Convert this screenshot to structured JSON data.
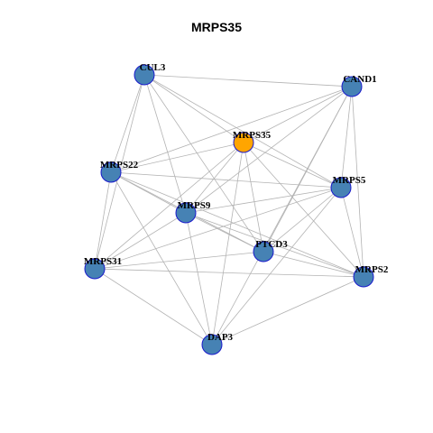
{
  "title": "MRPS35",
  "colors": {
    "focus_node": "#FFA500",
    "node": "#4682B4",
    "node_border": "#1A1ACC",
    "edge": "#B3B3B3"
  },
  "nodes": [
    {
      "id": "CUL3",
      "label": "CUL3",
      "focus": false
    },
    {
      "id": "CAND1",
      "label": "CAND1",
      "focus": false
    },
    {
      "id": "MRPS35",
      "label": "MRPS35",
      "focus": true
    },
    {
      "id": "MRPS22",
      "label": "MRPS22",
      "focus": false
    },
    {
      "id": "MRPS5",
      "label": "MRPS5",
      "focus": false
    },
    {
      "id": "MRPS9",
      "label": "MRPS9",
      "focus": false
    },
    {
      "id": "PTCD3",
      "label": "PTCD3",
      "focus": false
    },
    {
      "id": "MRPS31",
      "label": "MRPS31",
      "focus": false
    },
    {
      "id": "MRPS2",
      "label": "MRPS2",
      "focus": false
    },
    {
      "id": "DAP3",
      "label": "DAP3",
      "focus": false
    }
  ],
  "edges": [
    [
      "CUL3",
      "CAND1"
    ],
    [
      "CUL3",
      "MRPS35"
    ],
    [
      "CUL3",
      "MRPS22"
    ],
    [
      "CUL3",
      "MRPS9"
    ],
    [
      "CUL3",
      "PTCD3"
    ],
    [
      "CUL3",
      "MRPS31"
    ],
    [
      "CUL3",
      "MRPS5"
    ],
    [
      "CAND1",
      "MRPS35"
    ],
    [
      "CAND1",
      "MRPS22"
    ],
    [
      "CAND1",
      "MRPS5"
    ],
    [
      "CAND1",
      "MRPS9"
    ],
    [
      "CAND1",
      "PTCD3"
    ],
    [
      "CAND1",
      "MRPS2"
    ],
    [
      "CAND1",
      "DAP3"
    ],
    [
      "MRPS35",
      "MRPS22"
    ],
    [
      "MRPS35",
      "MRPS5"
    ],
    [
      "MRPS35",
      "MRPS9"
    ],
    [
      "MRPS35",
      "PTCD3"
    ],
    [
      "MRPS35",
      "MRPS31"
    ],
    [
      "MRPS35",
      "MRPS2"
    ],
    [
      "MRPS35",
      "DAP3"
    ],
    [
      "MRPS22",
      "MRPS5"
    ],
    [
      "MRPS22",
      "MRPS9"
    ],
    [
      "MRPS22",
      "PTCD3"
    ],
    [
      "MRPS22",
      "MRPS31"
    ],
    [
      "MRPS22",
      "MRPS2"
    ],
    [
      "MRPS22",
      "DAP3"
    ],
    [
      "MRPS5",
      "MRPS9"
    ],
    [
      "MRPS5",
      "PTCD3"
    ],
    [
      "MRPS5",
      "MRPS31"
    ],
    [
      "MRPS5",
      "MRPS2"
    ],
    [
      "MRPS5",
      "DAP3"
    ],
    [
      "MRPS9",
      "PTCD3"
    ],
    [
      "MRPS9",
      "MRPS31"
    ],
    [
      "MRPS9",
      "MRPS2"
    ],
    [
      "MRPS9",
      "DAP3"
    ],
    [
      "PTCD3",
      "MRPS31"
    ],
    [
      "PTCD3",
      "MRPS2"
    ],
    [
      "MRPS31",
      "MRPS2"
    ],
    [
      "MRPS31",
      "DAP3"
    ],
    [
      "MRPS2",
      "DAP3"
    ]
  ]
}
